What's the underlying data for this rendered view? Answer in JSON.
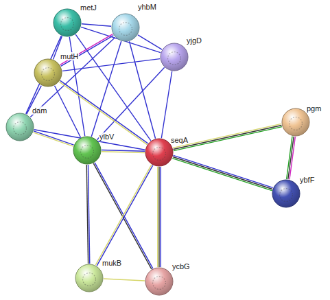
{
  "diagram": {
    "nodes": [
      {
        "text": [
          "metJ"
        ]
      },
      {
        "text": [
          "yhbM"
        ]
      },
      {
        "text": [
          "yjgD"
        ]
      },
      {
        "text": [
          "mutH"
        ]
      },
      {
        "text": [
          "dam"
        ]
      },
      {
        "text": [
          "ylbV"
        ]
      },
      {
        "text": [
          "seqA"
        ]
      },
      {
        "text": [
          "pgm"
        ]
      },
      {
        "text": [
          "ybfF"
        ]
      },
      {
        "text": [
          "mukB"
        ]
      },
      {
        "text": [
          "ycbG"
        ]
      }
    ],
    "edges": [
      {
        "from": 0,
        "to": 1,
        "arrow": "none"
      },
      {
        "from": 0,
        "to": 2,
        "arrow": "none"
      },
      {
        "from": 0,
        "to": 3,
        "arrow": "none"
      },
      {
        "from": 0,
        "to": 4,
        "arrow": "none"
      },
      {
        "from": 0,
        "to": 5,
        "arrow": "none"
      },
      {
        "from": 0,
        "to": 6,
        "arrow": "none"
      },
      {
        "from": 1,
        "to": 2,
        "arrow": "none"
      },
      {
        "from": 1,
        "to": 3,
        "arrow": "none"
      },
      {
        "from": 1,
        "to": 4,
        "arrow": "none"
      },
      {
        "from": 1,
        "to": 5,
        "arrow": "none"
      },
      {
        "from": 1,
        "to": 6,
        "arrow": "none"
      },
      {
        "from": 2,
        "to": 3,
        "arrow": "none"
      },
      {
        "from": 2,
        "to": 5,
        "arrow": "none"
      },
      {
        "from": 2,
        "to": 6,
        "arrow": "none"
      },
      {
        "from": 3,
        "to": 4,
        "arrow": "none"
      },
      {
        "from": 3,
        "to": 5,
        "arrow": "none"
      },
      {
        "from": 3,
        "to": 6,
        "arrow": "none"
      },
      {
        "from": 4,
        "to": 5,
        "arrow": "none"
      },
      {
        "from": 4,
        "to": 6,
        "arrow": "none"
      },
      {
        "from": 5,
        "to": 6,
        "arrow": "none"
      },
      {
        "from": 5,
        "to": 9,
        "arrow": "none"
      },
      {
        "from": 5,
        "to": 10,
        "arrow": "none"
      },
      {
        "from": 6,
        "to": 7,
        "arrow": "none"
      },
      {
        "from": 6,
        "to": 8,
        "arrow": "none"
      },
      {
        "from": 7,
        "to": 8,
        "arrow": "none"
      },
      {
        "from": 6,
        "to": 9,
        "arrow": "none"
      },
      {
        "from": 6,
        "to": 10,
        "arrow": "none"
      },
      {
        "from": 9,
        "to": 10,
        "arrow": "none"
      }
    ]
  }
}
